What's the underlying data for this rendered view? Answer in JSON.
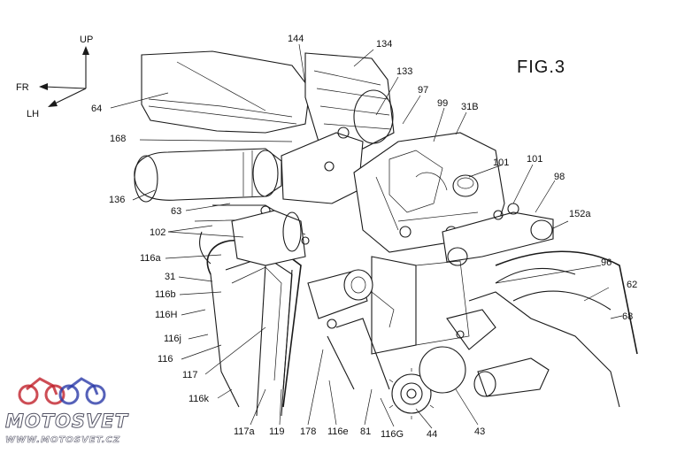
{
  "figure": {
    "title": "FIG.3",
    "axes": {
      "up": "UP",
      "forward": "FR",
      "left": "LH"
    },
    "reference_labels": [
      "144",
      "134",
      "64",
      "133",
      "97",
      "99",
      "31B",
      "168",
      "136",
      "101",
      "101",
      "98",
      "63",
      "152a",
      "102",
      "116a",
      "31",
      "96",
      "62",
      "116b",
      "68",
      "116H",
      "116j",
      "116",
      "117",
      "116k",
      "117a",
      "119",
      "178",
      "116e",
      "81",
      "116G",
      "44",
      "43"
    ]
  },
  "watermark": {
    "brand": "MOTOSVET",
    "url": "WWW.MOTOSVET.CZ",
    "logo_colors": {
      "red": "#c0202a",
      "blue": "#2a3aa8"
    }
  }
}
